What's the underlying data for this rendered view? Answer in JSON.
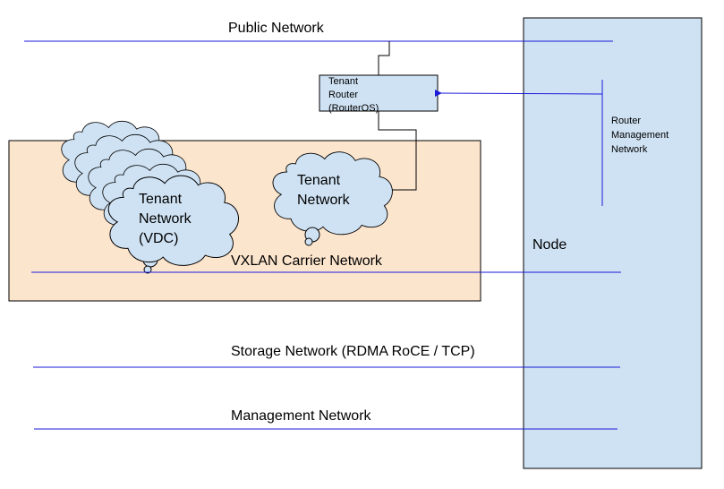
{
  "diagram": {
    "colors": {
      "network_line": "#1a1adb",
      "node_fill": "#cfe2f3",
      "carrier_fill": "#fce5cd",
      "cloud_fill": "#cfe2f3",
      "outline": "#000000"
    },
    "networks": {
      "public": "Public Network",
      "vxlan": "VXLAN Carrier Network",
      "storage": "Storage Network (RDMA RoCE / TCP)",
      "management": "Management Network"
    },
    "router": {
      "line1": "Tenant",
      "line2": "Router",
      "line3": "(RouterOS)"
    },
    "router_mgmt": {
      "line1": "Router",
      "line2": "Management",
      "line3": "Network"
    },
    "node": "Node",
    "tenant_network": {
      "line1": "Tenant",
      "line2": "Network"
    },
    "tenant_vdc": {
      "line1": "Tenant",
      "line2": "Network",
      "line3": "(VDC)"
    }
  }
}
